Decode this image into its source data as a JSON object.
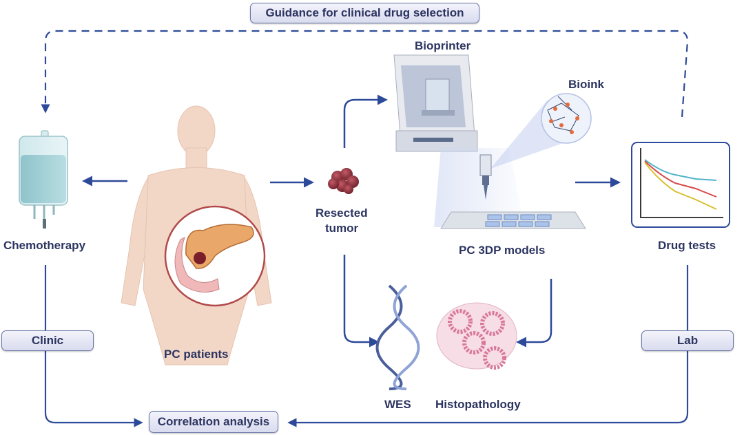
{
  "labels": {
    "guidance": "Guidance for clinical drug selection",
    "bioprinter": "Bioprinter",
    "bioink": "Bioink",
    "chemotherapy": "Chemotherapy",
    "resected_line1": "Resected",
    "resected_line2": "tumor",
    "pc_3dp_models": "PC 3DP models",
    "drug_tests": "Drug tests",
    "clinic": "Clinic",
    "lab": "Lab",
    "pc_patients": "PC patients",
    "wes": "WES",
    "histopathology": "Histopathology",
    "correlation": "Correlation analysis"
  },
  "colors": {
    "arrow": "#2d4a9a",
    "text": "#2c3460",
    "skin": "#f3d6c4",
    "pancreas": "#e9a86a",
    "tumor": "#8b2a35",
    "dna": "#4a5f9a",
    "tissue": "#d9789a",
    "curve_blue": "#4fb3c9",
    "curve_red": "#d94a4a",
    "curve_yellow": "#d8c030"
  }
}
